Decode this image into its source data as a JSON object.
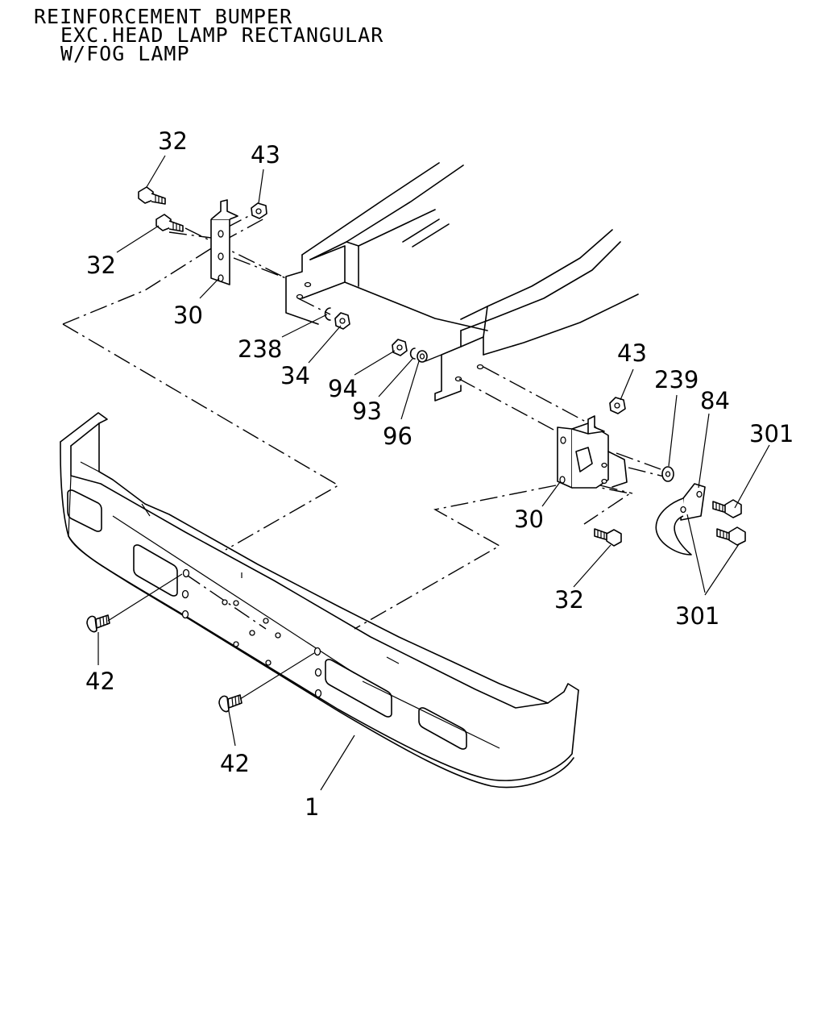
{
  "title": {
    "line1": "REINFORCEMENT BUMPER",
    "line2": "EXC.HEAD LAMP RECTANGULAR",
    "line3": "W/FOG LAMP"
  },
  "callouts": {
    "c32_top": "32",
    "c43_top": "43",
    "c32_left": "32",
    "c30_left": "30",
    "c238": "238",
    "c34": "34",
    "c94": "94",
    "c93": "93",
    "c96": "96",
    "c43_right": "43",
    "c239": "239",
    "c84": "84",
    "c301_top": "301",
    "c30_right": "30",
    "c32_bottom": "32",
    "c301_bottom": "301",
    "c42_left": "42",
    "c42_bottom": "42",
    "c1": "1"
  }
}
